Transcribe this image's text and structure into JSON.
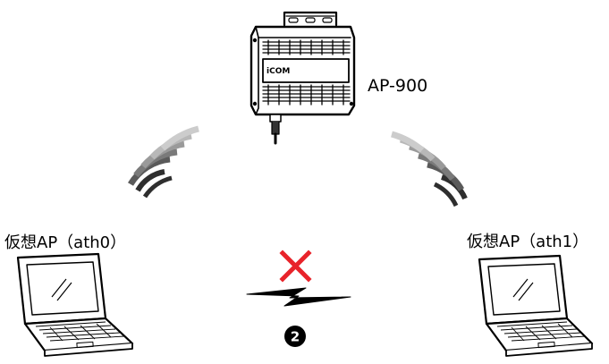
{
  "access_point": {
    "model": "AP-900",
    "brand": "iCOM"
  },
  "left_client": {
    "label": "仮想AP（ath0）"
  },
  "right_client": {
    "label": "仮想AP（ath1）"
  },
  "blocked_link": {
    "step_number": "2",
    "icons": [
      "cross-icon",
      "lightning-icon"
    ]
  },
  "colors": {
    "cross": "#e8232a",
    "wave_dark": "#333333",
    "wave_mid": "#7a7a7a",
    "wave_light": "#bdbdbd",
    "line": "#000000"
  }
}
